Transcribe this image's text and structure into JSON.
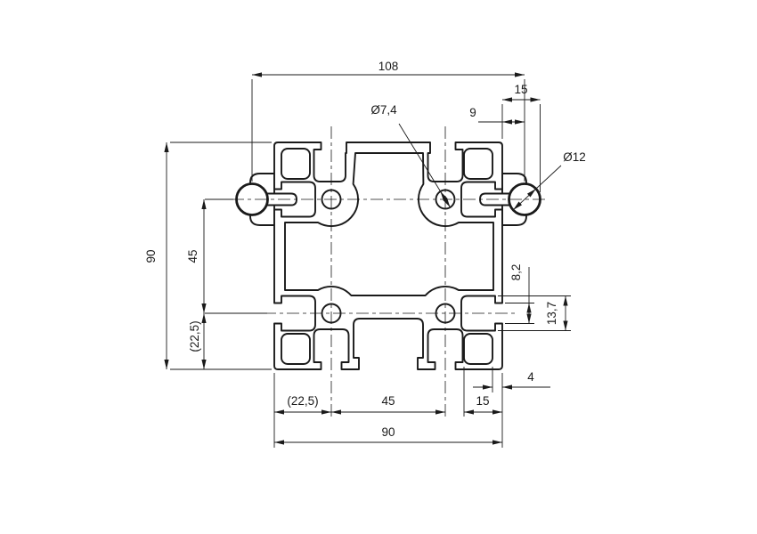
{
  "drawing": {
    "background_color": "#ffffff",
    "line_color": "#1a1a1a",
    "dims": {
      "overall_width": "108",
      "pin_protrusion": "15",
      "pin_offset": "9",
      "hole_dia": "Ø7,4",
      "pin_dia": "Ø12",
      "overall_height": "90",
      "slot_spacing_v": "45",
      "edge_offset_v": "(22,5)",
      "slot_opening": "8,2",
      "slot_pocket": "13,7",
      "wall_thickness": "4",
      "edge_offset_b": "(22,5)",
      "slot_spacing_b": "45",
      "pocket_offset_b": "15",
      "body_width": "90"
    }
  }
}
